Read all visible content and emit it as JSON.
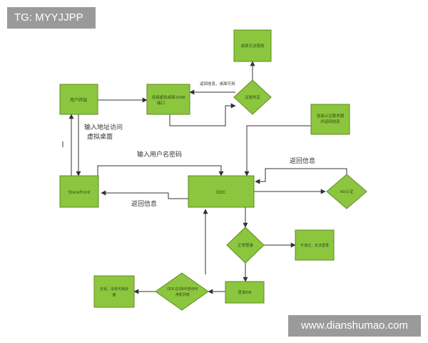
{
  "watermarks": {
    "top_left": "TG: MYYJJPP",
    "bottom_right": "www.dianshumao.com"
  },
  "colors": {
    "node_fill": "#8cc63f",
    "node_stroke": "#5f8a22",
    "edge": "#333333"
  },
  "nodes": {
    "user_terminal": "用户终端",
    "connect_port": "连接虚拟桌面2598端口",
    "register_check": "注册判定",
    "desktop_unavailable": "桌面无法使用",
    "auth_server": "连接认证服务器并返回信息",
    "storefront": "StoreFront",
    "ddc": "DDC",
    "ad_auth": "AD认证",
    "normal_login": "正常登录",
    "fail_login": "不通过，无法登录",
    "query_db": "查询DB",
    "ddc_db_query": "DDC查询DB中查询可用机列表",
    "no_desktop": "无桌，没有可用桌面"
  },
  "edge_labels": {
    "return_info_desktop": "返回信息，桌面可用",
    "input_address": "输入地址访问",
    "virtual_desktop": "虚拟桌面",
    "input_credentials": "输入用户名密码",
    "return_info_right": "返回信息",
    "return_info_left": "返回信息"
  }
}
